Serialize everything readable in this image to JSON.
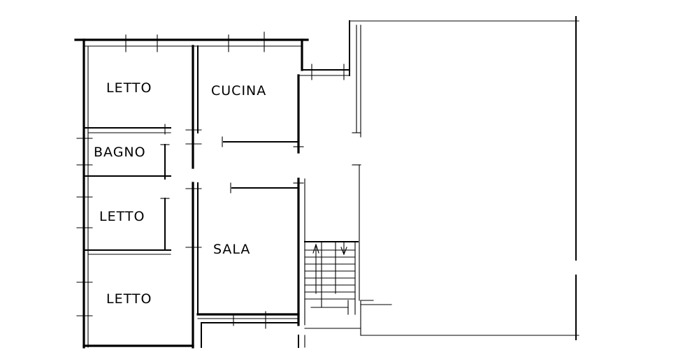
{
  "rooms": [
    {
      "id": "letto-1",
      "label": "LETTO"
    },
    {
      "id": "cucina",
      "label": "CUCINA"
    },
    {
      "id": "bagno",
      "label": "BAGNO"
    },
    {
      "id": "letto-2",
      "label": "LETTO"
    },
    {
      "id": "sala",
      "label": "SALA"
    },
    {
      "id": "letto-3",
      "label": "LETTO"
    }
  ],
  "colors": {
    "line": "#000000",
    "background": "#ffffff"
  }
}
